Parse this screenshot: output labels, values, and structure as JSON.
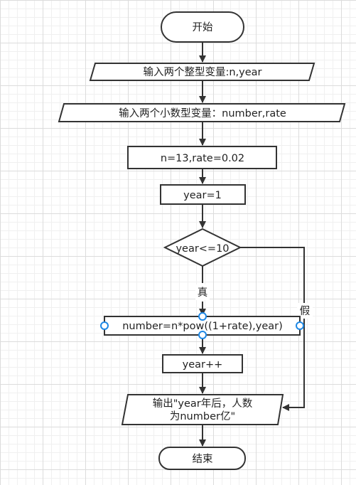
{
  "nodes": {
    "start": "开始",
    "input_ints": "输入两个整型变量:n,year",
    "input_floats": "输入两个小数型变量：number,rate",
    "init": "n=13,rate=0.02",
    "year_init": "year=1",
    "condition": "year<=10",
    "compute": "number=n*pow((1+rate),year)",
    "increment": "year++",
    "output_line1": "输出\"year年后，人数",
    "output_line2": "为number亿\"",
    "end": "结束"
  },
  "edges": {
    "true_label": "真",
    "false_label": "假"
  },
  "colors": {
    "stroke": "#333333",
    "handle": "#1e88e5",
    "text": "#222222"
  }
}
